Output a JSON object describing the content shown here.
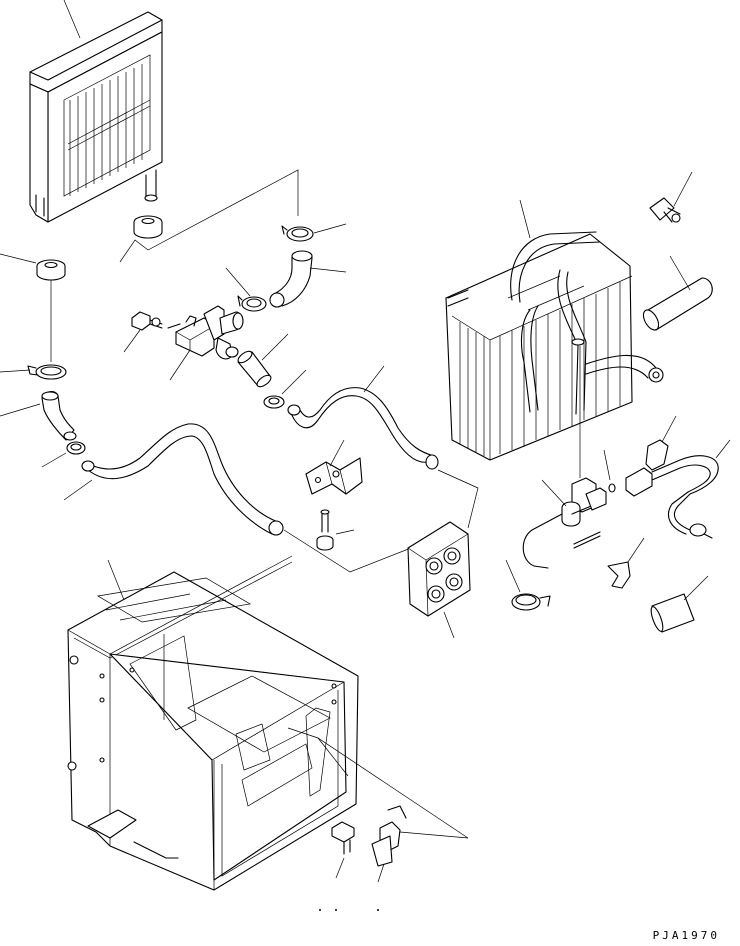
{
  "drawing": {
    "code": "PJA1970",
    "components": [
      "heater-core",
      "heater-grommet",
      "heater-hose-clamp",
      "heater-hose-elbow",
      "water-valve",
      "valve-bolt",
      "heater-hose-straight",
      "heater-hose-long",
      "bracket",
      "bolt",
      "grommet-plate",
      "evaporator",
      "expansion-valve",
      "evaporator-pipe",
      "insulation-tube",
      "thermo-sensor",
      "heater-case",
      "case-clips",
      "hose-band",
      "spacer-clip",
      "insulation-sleeve"
    ]
  }
}
